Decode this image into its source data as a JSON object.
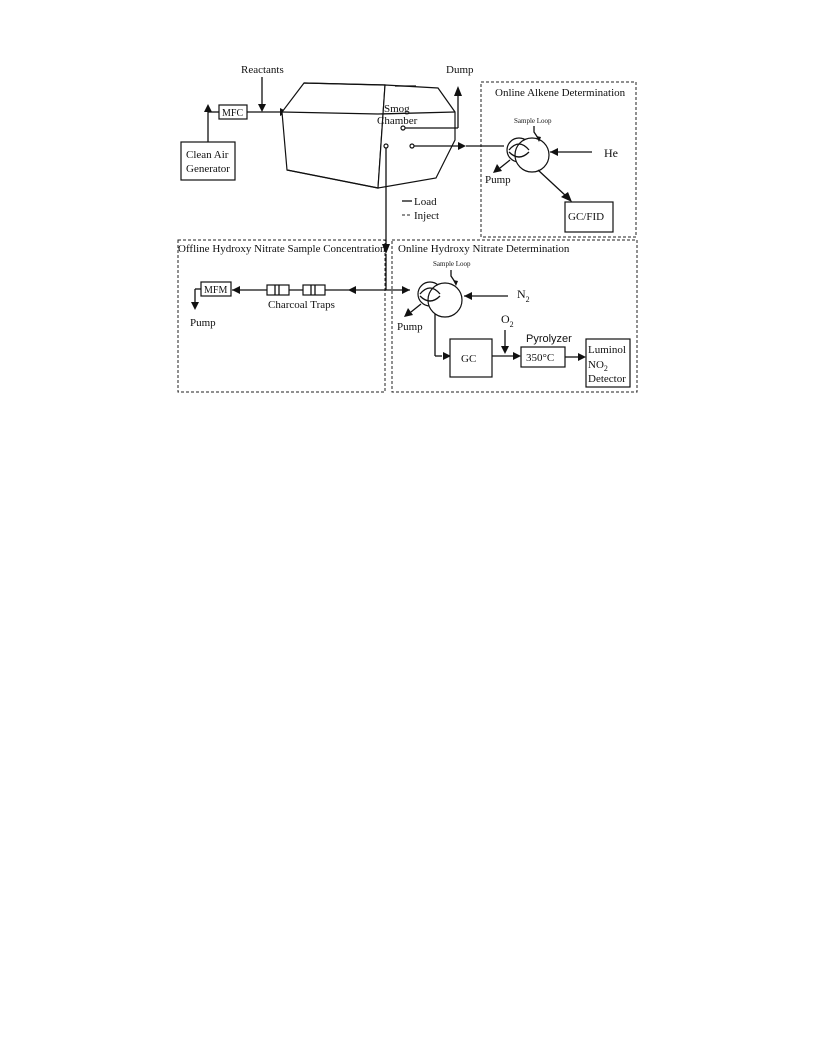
{
  "labels": {
    "reactants": "Reactants",
    "dump": "Dump",
    "mfc": "MFC",
    "clean_air_generator_line1": "Clean Air",
    "clean_air_generator_line2": "Generator",
    "smog_chamber_line1": "Smog",
    "smog_chamber_line2": "Chamber",
    "load": "Load",
    "inject": "Inject",
    "online_alkene_title": "Online Alkene Determination",
    "sample_loop_top": "Sample Loop",
    "he": "He",
    "pump_top": "Pump",
    "gc_fid": "GC/FID",
    "offline_title": "Offline Hydroxy Nitrate Sample Concentration",
    "mfm": "MFM",
    "charcoal_traps": "Charcoal Traps",
    "pump_left": "Pump",
    "online_hydroxy_title": "Online Hydroxy Nitrate Determination",
    "sample_loop_bottom": "Sample Loop",
    "n2": "N",
    "n2_sub": "2",
    "o2": "O",
    "o2_sub": "2",
    "pump_bottom": "Pump",
    "gc": "GC",
    "pyrolyzer": "Pyrolyzer",
    "temp": "350°C",
    "luminol_line1": "Luminol",
    "luminol_line2": "NO",
    "luminol_line2_sub": "2",
    "luminol_line3": "Detector"
  }
}
